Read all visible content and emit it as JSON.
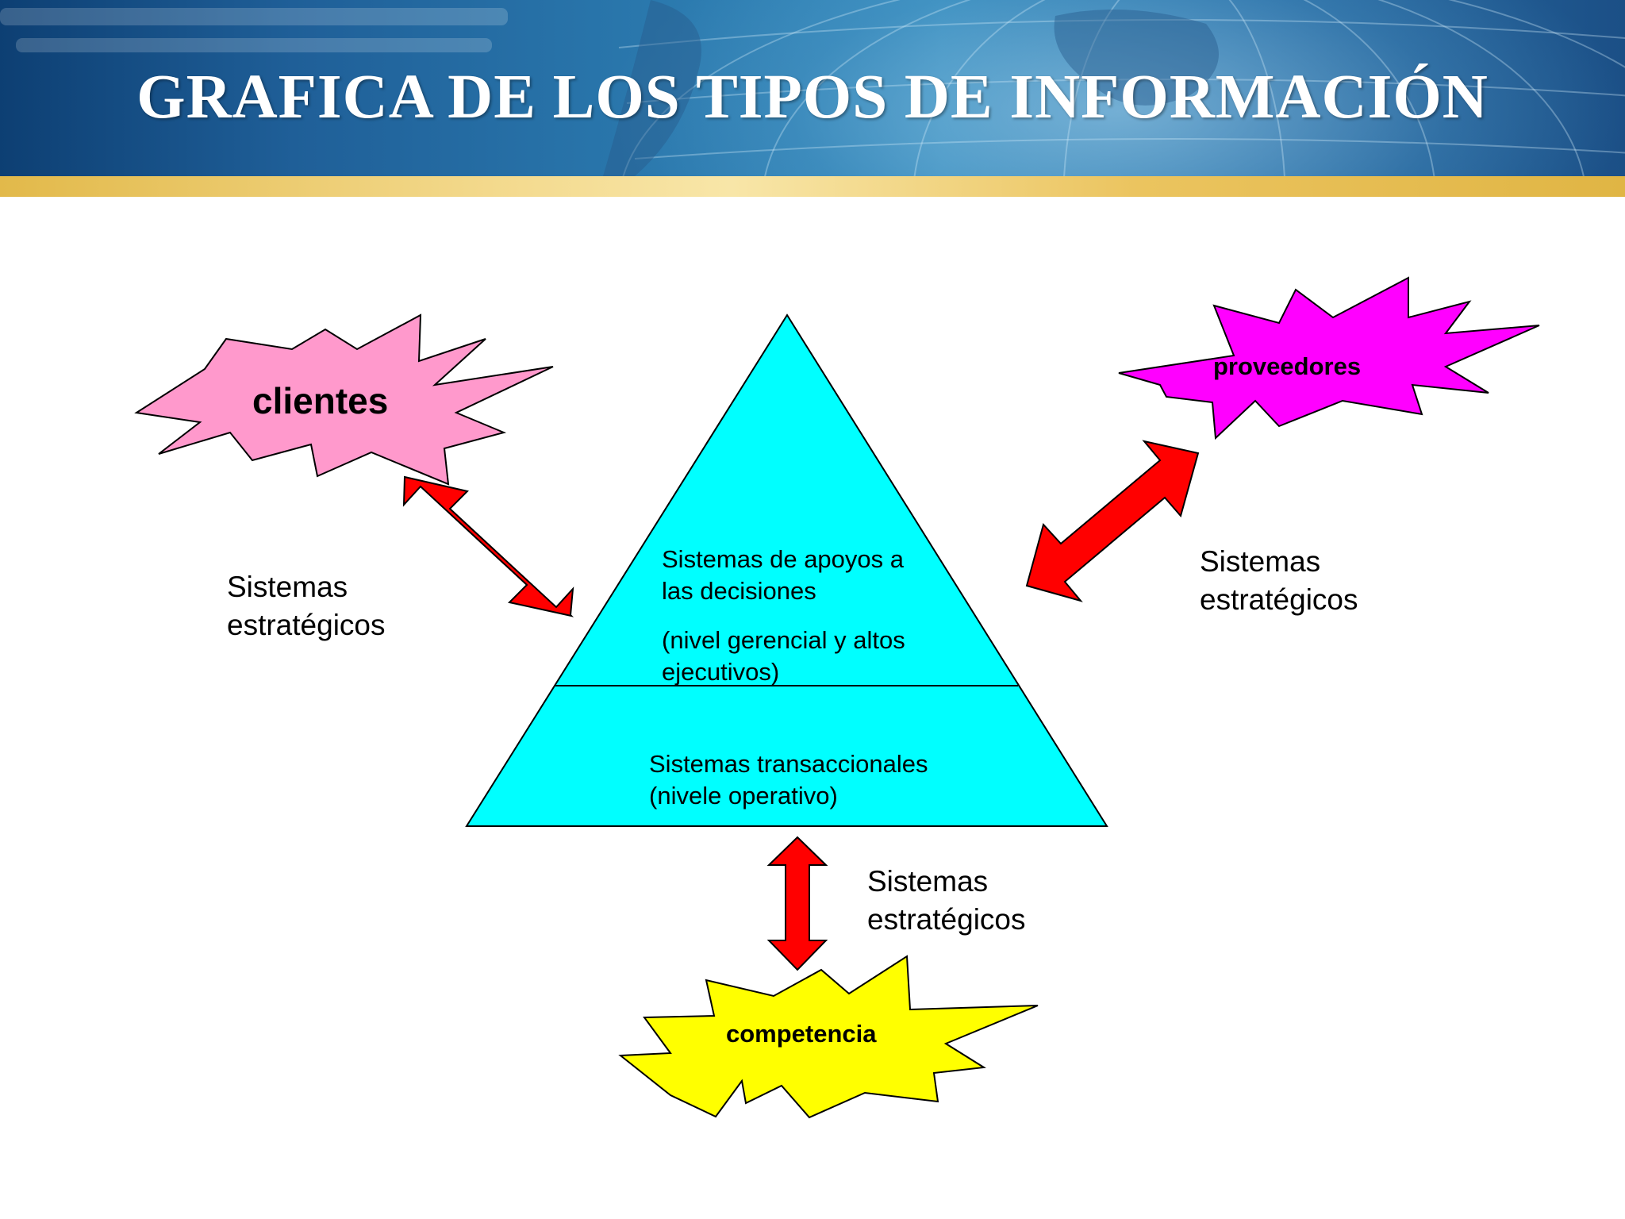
{
  "title": "GRAFICA DE LOS TIPOS DE INFORMACIÓN",
  "stakeholders": {
    "clientes": "clientes",
    "proveedores": "proveedores",
    "competencia": "competencia"
  },
  "pyramid": {
    "top_line1": "Sistemas de apoyos a",
    "top_line2": "las decisiones",
    "top_line3": "(nivel gerencial y altos",
    "top_line4": "ejecutivos)",
    "bottom_line1": "Sistemas transaccionales",
    "bottom_line2": "(nivele operativo)"
  },
  "connector_labels": {
    "left_line1": "Sistemas",
    "left_line2": "estratégicos",
    "right_line1": "Sistemas",
    "right_line2": "estratégicos",
    "bottom_line1": "Sistemas",
    "bottom_line2": "estratégicos"
  },
  "colors": {
    "banner_blue": "#1f5f98",
    "gold_stripe": "#e8c25a",
    "pyramid_fill": "#00ffff",
    "clientes_fill": "#ff99cc",
    "proveedores_fill": "#ff00ff",
    "competencia_fill": "#ffff00",
    "arrow_fill": "#ff0000"
  }
}
